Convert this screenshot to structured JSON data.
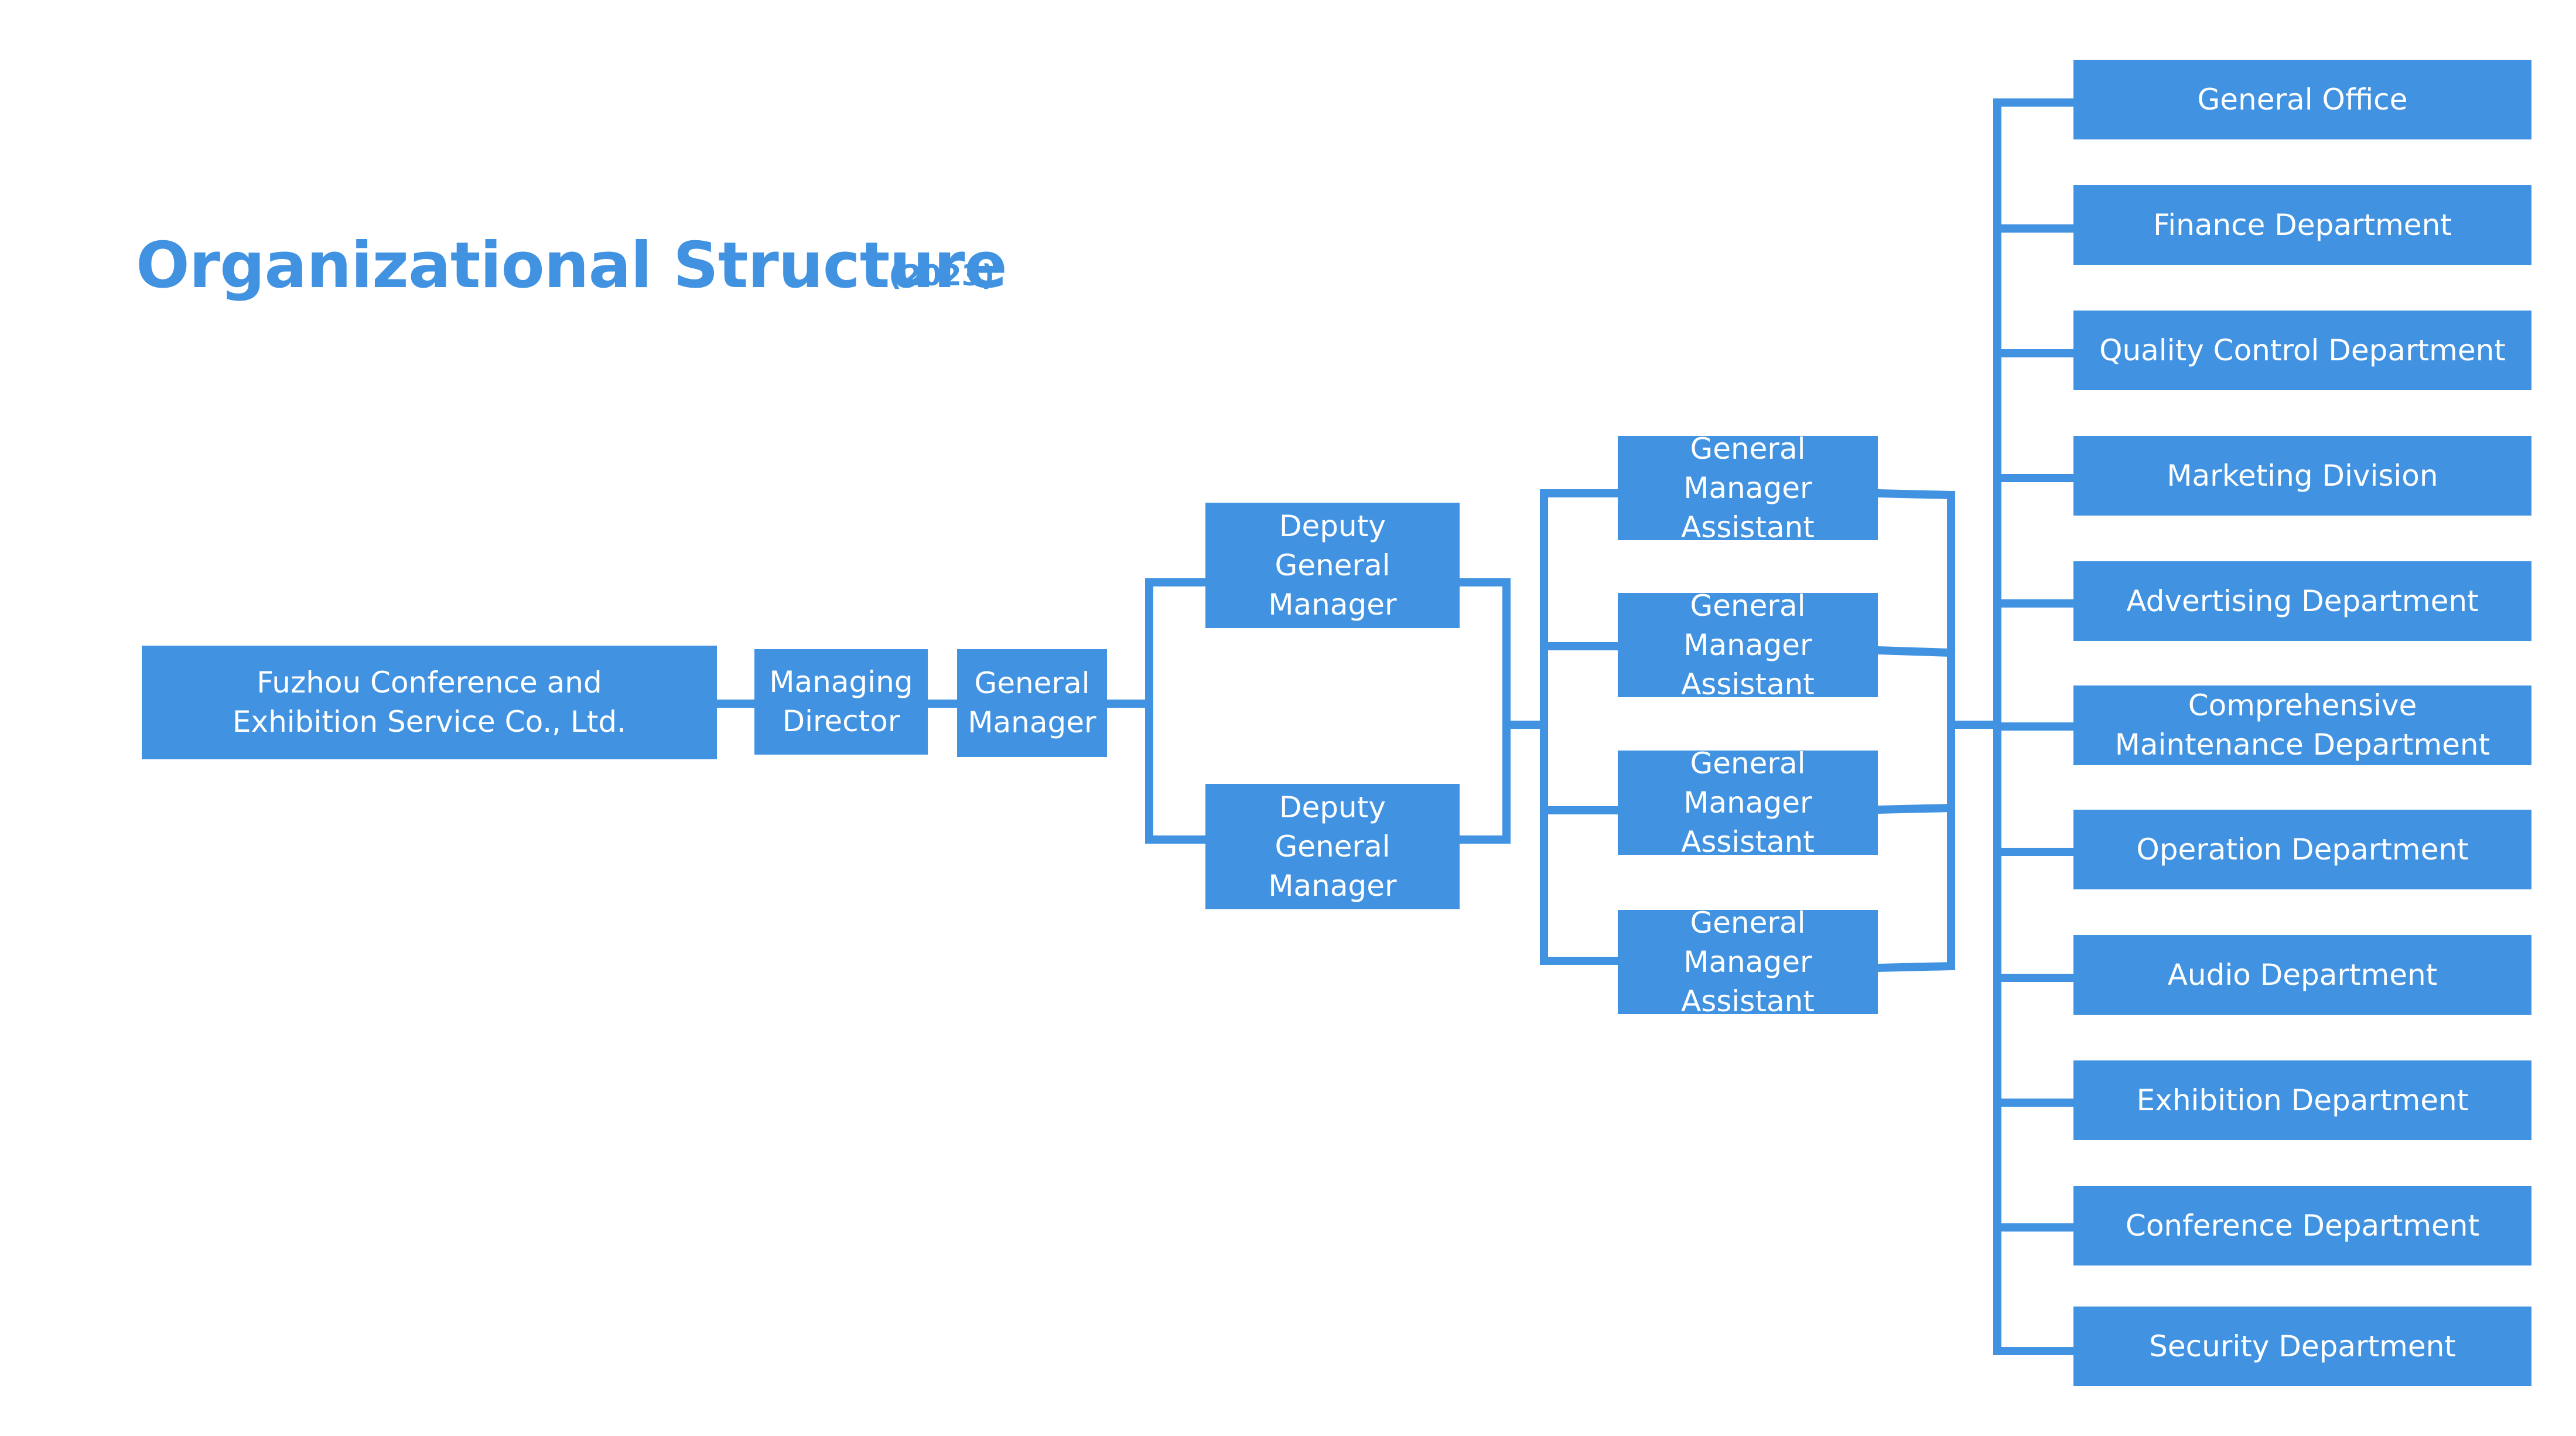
{
  "header": {
    "title": "Organizational Structure",
    "year": "(2023)"
  },
  "nodes": {
    "company": "Fuzhou Conference and Exhibition Service Co., Ltd.",
    "managing_director": "Managing Director",
    "general_manager": "General Manager",
    "deputy_general_managers": [
      "Deputy General Manager",
      "Deputy General Manager"
    ],
    "gm_assistants": [
      "General Manager Assistant",
      "General Manager Assistant",
      "General Manager Assistant",
      "General Manager Assistant"
    ],
    "departments": [
      "General Office",
      "Finance Department",
      "Quality Control Department",
      "Marketing Division",
      "Advertising Department",
      "Comprehensive Maintenance Department",
      "Operation Department",
      "Audio Department",
      "Exhibition Department",
      "Conference Department",
      "Security Department"
    ]
  },
  "colors": {
    "accent": "#4193e1",
    "node_text": "#ffffff",
    "background": "#ffffff"
  }
}
